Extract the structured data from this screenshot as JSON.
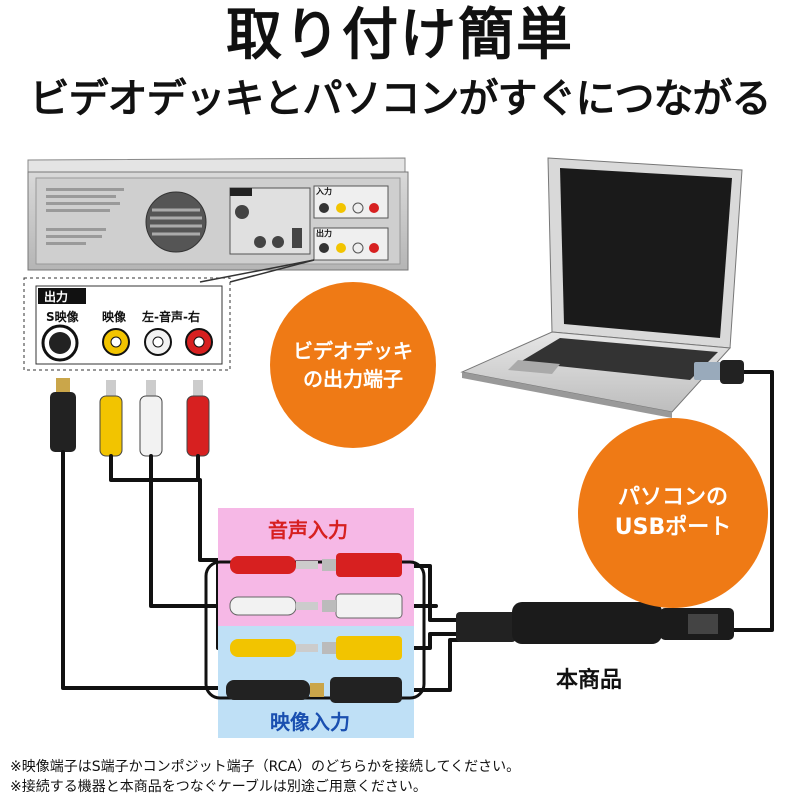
{
  "header": {
    "title": "取り付け簡単",
    "subtitle": "ビデオデッキとパソコンがすぐにつながる"
  },
  "deck_panel": {
    "output_label": "出力",
    "s_video_label": "S映像",
    "video_label": "映像",
    "audio_label": "左-音声-右",
    "small_in_label": "入力",
    "small_out_label": "出力"
  },
  "callouts": {
    "deck_output": [
      "ビデオデッキ",
      "の出力端子"
    ],
    "pc_usb": [
      "パソコンの",
      "USBポート"
    ]
  },
  "inputs": {
    "audio_in": "音声入力",
    "video_in": "映像入力"
  },
  "product_label": "本商品",
  "notes": [
    "※映像端子はS端子かコンポジット端子（RCA）のどちらかを接続してください。",
    "※接続する機器と本商品をつなぐケーブルは別途ご用意ください。"
  ],
  "colors": {
    "callout": "#ef7a15",
    "audio_box": "#f6b8e6",
    "video_box": "#bfe0f6",
    "rca_yellow": "#f2c400",
    "rca_red": "#d72020",
    "rca_white": "#f2f2f2"
  }
}
